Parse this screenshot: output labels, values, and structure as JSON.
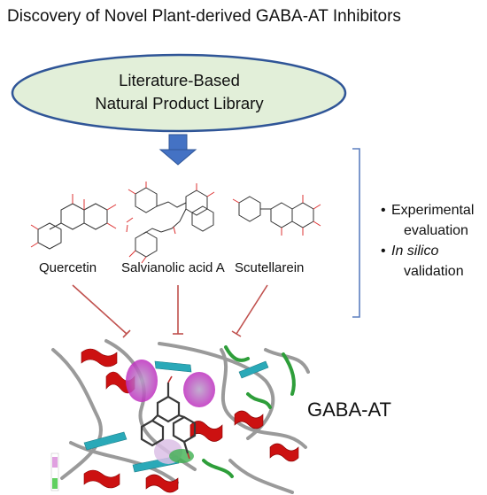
{
  "title": "Discovery of Novel Plant-derived GABA-AT Inhibitors",
  "library": {
    "line1": "Literature-Based",
    "line2": "Natural Product Library"
  },
  "compounds": [
    {
      "name": "Quercetin"
    },
    {
      "name": "Salvianolic acid A"
    },
    {
      "name": "Scutellarein"
    }
  ],
  "evaluation": {
    "bullet": "•",
    "item1_line1": "Experimental",
    "item1_line2": "evaluation",
    "item2_line1": "In silico",
    "item2_line2": "validation"
  },
  "target_label": "GABA-AT",
  "colors": {
    "ellipse_fill": "#e2efd9",
    "ellipse_stroke": "#2f5597",
    "arrow": "#4472c4",
    "bracket": "#5b7fbf",
    "inhibit_line": "#c0504d",
    "helix": "#cc1111",
    "strand": "#2aa9b8",
    "surface": "#c030c0"
  }
}
